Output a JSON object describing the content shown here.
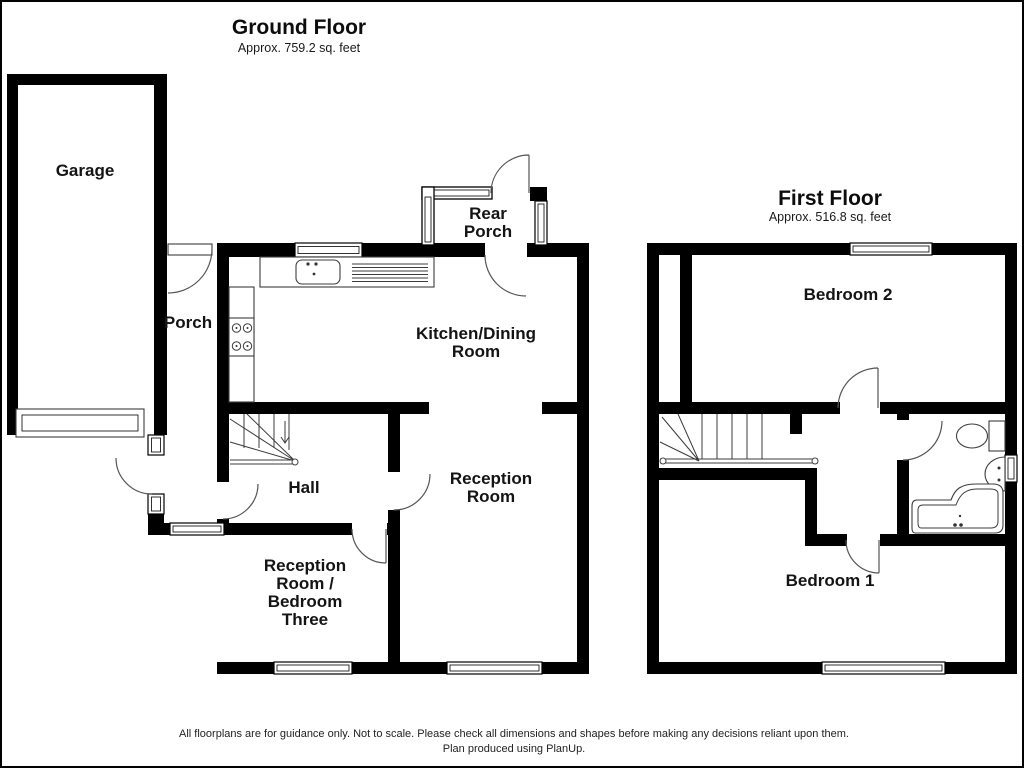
{
  "colors": {
    "wall": "#000000",
    "fixture_line": "#3c3c3c",
    "background": "#ffffff",
    "text": "#111111"
  },
  "ground_floor": {
    "title": "Ground Floor",
    "area": "Approx. 759.2 sq. feet",
    "rooms": {
      "garage": "Garage",
      "porch": "Porch",
      "kitchen_dining": "Kitchen/Dining\nRoom",
      "rear_porch": "Rear\nPorch",
      "hall": "Hall",
      "reception": "Reception\nRoom",
      "reception_bedroom_three": "Reception\nRoom /\nBedroom\nThree"
    }
  },
  "first_floor": {
    "title": "First Floor",
    "area": "Approx. 516.8 sq. feet",
    "rooms": {
      "bedroom_2": "Bedroom 2",
      "bedroom_1": "Bedroom 1"
    }
  },
  "footer": {
    "disclaimer": "All floorplans are for guidance only. Not to scale. Please check all dimensions and shapes before making any decisions reliant upon them.",
    "produced": "Plan produced using PlanUp."
  }
}
